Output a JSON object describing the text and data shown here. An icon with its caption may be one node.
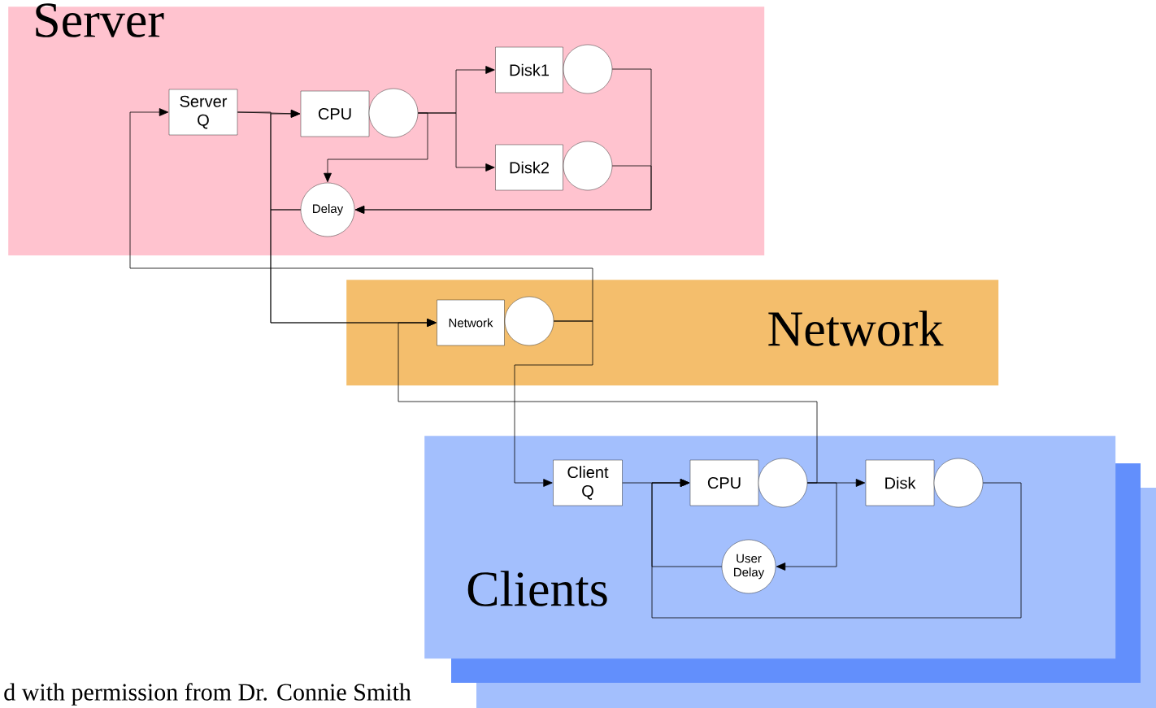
{
  "diagram": {
    "nodes": [
      {
        "text": [
          "Server"
        ]
      },
      {
        "text": [
          "Server Q"
        ],
        "in": 0
      },
      {
        "text": [
          "CPU"
        ],
        "in": 0
      },
      {
        "text": [],
        "shape": "circle",
        "in": 0
      },
      {
        "text": [
          "Disk1"
        ],
        "in": 0
      },
      {
        "text": [],
        "shape": "circle",
        "in": 0
      },
      {
        "text": [
          "Disk2"
        ],
        "in": 0
      },
      {
        "text": [],
        "shape": "circle",
        "in": 0
      },
      {
        "text": [
          "Delay"
        ],
        "in": 0
      },
      {
        "text": [
          "Network"
        ]
      },
      {
        "text": [
          "Network"
        ],
        "in": 9
      },
      {
        "text": [],
        "shape": "circle",
        "in": 9
      },
      {
        "text": [
          "Clients"
        ]
      },
      {
        "text": [
          "Client Q"
        ],
        "in": 12
      },
      {
        "text": [
          "CPU"
        ],
        "in": 12
      },
      {
        "text": [],
        "shape": "circle",
        "in": 12
      },
      {
        "text": [
          "Disk"
        ],
        "in": 12
      },
      {
        "text": [],
        "shape": "circle",
        "in": 12
      },
      {
        "text": [
          "User Delay"
        ],
        "in": 12
      }
    ],
    "edges": [
      {
        "from": 1,
        "to": 2,
        "arrow": "to"
      },
      {
        "from": 1,
        "to": 10,
        "arrow": "to"
      },
      {
        "from": 8,
        "to": 2,
        "arrow": "to"
      },
      {
        "from": 8,
        "to": 10,
        "arrow": "to"
      },
      {
        "from": 3,
        "to": 4,
        "arrow": "to"
      },
      {
        "from": 3,
        "to": 6,
        "arrow": "to"
      },
      {
        "from": 3,
        "to": 8,
        "arrow": "to"
      },
      {
        "from": 5,
        "to": 8,
        "arrow": "to"
      },
      {
        "from": 7,
        "to": 8,
        "arrow": "to"
      },
      {
        "from": 11,
        "to": 1,
        "arrow": "to"
      },
      {
        "from": 11,
        "to": 13,
        "arrow": "to"
      },
      {
        "from": 13,
        "to": 14,
        "arrow": "to"
      },
      {
        "from": 15,
        "to": 16,
        "arrow": "to"
      },
      {
        "from": 15,
        "to": 10,
        "arrow": "to"
      },
      {
        "from": 15,
        "to": 18,
        "arrow": "to"
      },
      {
        "from": 17,
        "to": 14,
        "arrow": "to"
      },
      {
        "from": 18,
        "to": 14,
        "arrow": "to"
      }
    ],
    "labels": [
      "d with permission from Dr. Connie Smith"
    ]
  }
}
